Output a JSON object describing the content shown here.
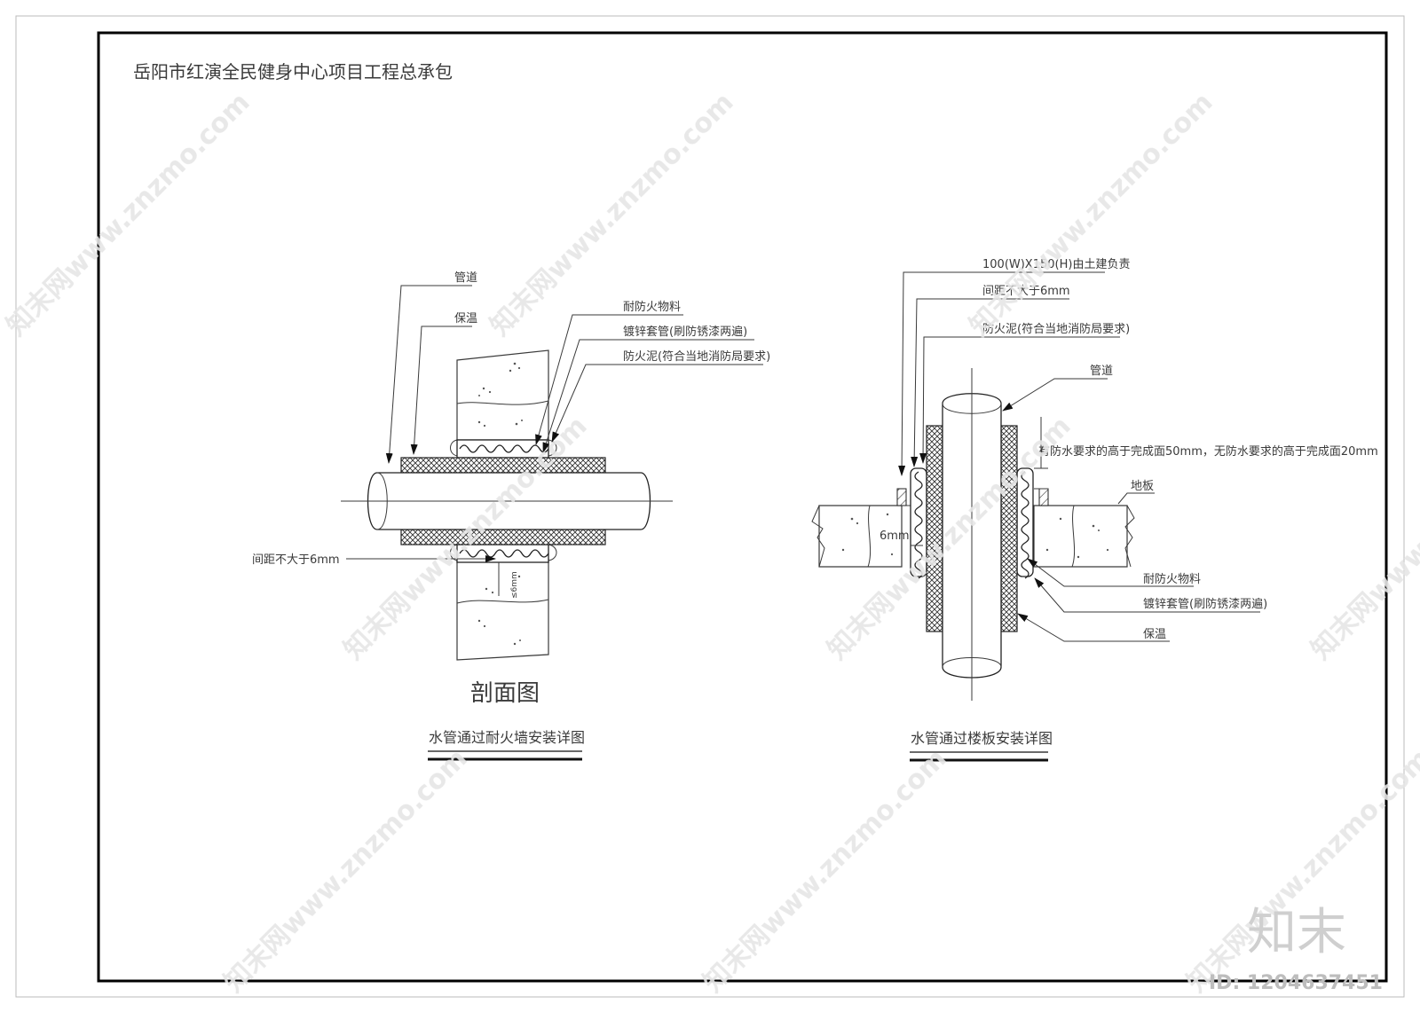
{
  "project_title": "岳阳市红演全民健身中心项目工程总承包",
  "left_detail": {
    "labels": {
      "pipe": "管道",
      "insulation": "保温",
      "fire_material": "耐防火物料",
      "sleeve": "镀锌套管(刷防锈漆两遍)",
      "fire_mud": "防火泥(符合当地消防局要求)",
      "gap": "间距不大于6mm",
      "dim_small": "≤6mm"
    },
    "section_label": "剖面图",
    "caption": "水管通过耐火墙安装详图"
  },
  "right_detail": {
    "labels": {
      "size_note": "100(W)X150(H)由土建负责",
      "gap": "间距不大于6mm",
      "fire_mud": "防火泥(符合当地消防局要求)",
      "pipe": "管道",
      "height_note": "有防水要求的高于完成面50mm，无防水要求的高于完成面20mm",
      "floor": "地板",
      "dim_6mm": "6mm",
      "fire_material": "耐防火物料",
      "sleeve": "镀锌套管(刷防锈漆两遍)",
      "insulation": "保温"
    },
    "caption": "水管通过楼板安装详图"
  },
  "watermark": {
    "text": "知末网www.znzmo.com",
    "brand": "知末",
    "id": "ID: 1204637451"
  }
}
